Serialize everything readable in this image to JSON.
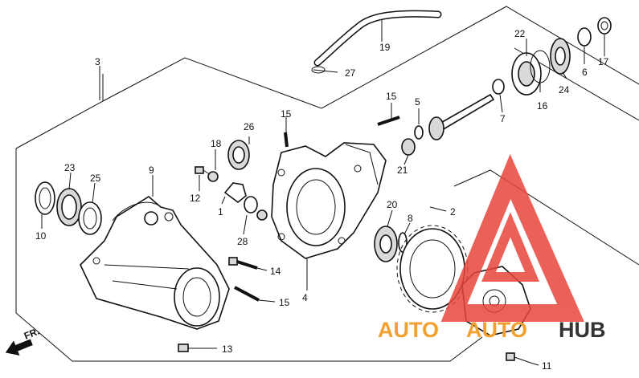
{
  "diagram": {
    "callouts": {
      "c1": "1",
      "c2": "2",
      "c3": "3",
      "c4": "4",
      "c5": "5",
      "c6": "6",
      "c7": "7",
      "c8": "8",
      "c9": "9",
      "c10": "10",
      "c11": "11",
      "c12": "12",
      "c13": "13",
      "c14": "14",
      "c15a": "15",
      "c15b": "15",
      "c15c": "15",
      "c16": "16",
      "c17": "17",
      "c18": "18",
      "c19": "19",
      "c20": "20",
      "c21": "21",
      "c22": "22",
      "c23": "23",
      "c24": "24",
      "c25": "25",
      "c26": "26",
      "c27": "27",
      "c28": "28"
    },
    "direction_label": "FR."
  },
  "watermark": {
    "text_a": "AUTO",
    "text_b": "AUTO",
    "text_c": "HUB",
    "color_red": "#e8463c",
    "color_orange": "#f2a030",
    "color_dark": "#333333"
  }
}
